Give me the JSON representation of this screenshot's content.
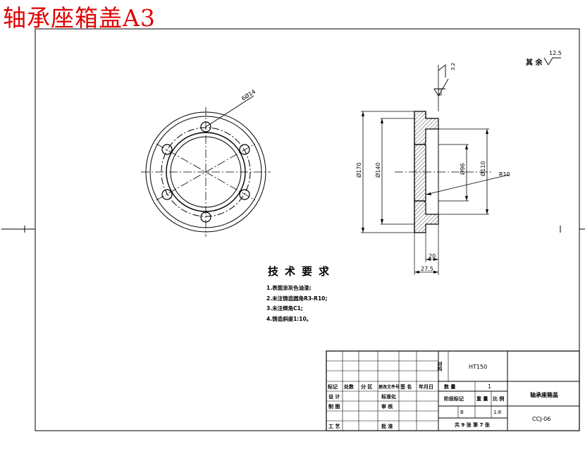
{
  "header": {
    "title": "轴承座箱盖A3"
  },
  "front_view": {
    "hole_callout": "6Ø14"
  },
  "section_view": {
    "dim_d170": "Ø170",
    "dim_d140": "Ø140",
    "dim_d96": "Ø96",
    "dim_d110": "Ø110",
    "dim_r10": "R10",
    "dim_20": "20",
    "dim_27_5": "27.5",
    "rough_3_2": "3.2",
    "rough_6_3": "6.3"
  },
  "surface_note": {
    "label": "其 余",
    "value": "12.5"
  },
  "tech_requirements": {
    "title": "技术要求",
    "items": [
      "1.表面涂灰色油漆;",
      "2.未注铸造圆角R3-R10;",
      "3.未注倒角C1;",
      "4.铸造斜度1:10。"
    ]
  },
  "title_block": {
    "material": "HT150",
    "part_name": "轴承座箱盖",
    "drawing_no": "CCJ-06",
    "stage_mark": "阶段标记",
    "weight": "重 量",
    "ratio": "比 例",
    "stage_value": "B",
    "ratio_value": "1:8",
    "qty_label": "数 量",
    "qty_value": "1",
    "sheets": "共 9 张 第 7 张",
    "mark": "标记",
    "count": "处数",
    "zone": "分 区",
    "change_doc": "更改文件号",
    "signature": "签 名",
    "date": "年月日",
    "design": "设 计",
    "standardize": "标准化",
    "drafting": "制 图",
    "review": "审 核",
    "process": "工 艺",
    "approve": "批 准",
    "material_label": "材料"
  }
}
